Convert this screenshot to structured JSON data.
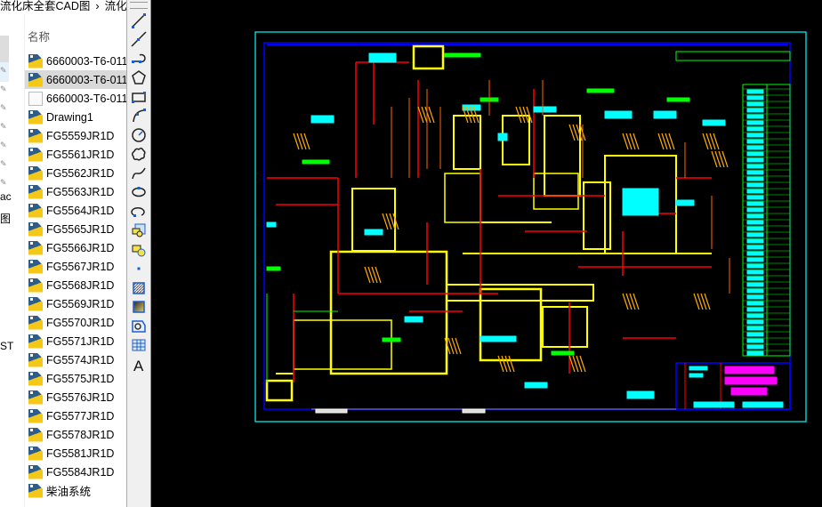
{
  "breadcrumb": [
    "流化床全套CAD图",
    "›",
    "流化"
  ],
  "nav_fragments": [
    "ac",
    "图",
    "ST"
  ],
  "list_header": "名称",
  "files": [
    {
      "name": "6660003-T6-011",
      "icon": "cad-drawing-icon"
    },
    {
      "name": "6660003-T6-011",
      "icon": "cad-drawing-icon",
      "selected": true
    },
    {
      "name": "6660003-T6-011",
      "icon": "blank-file-icon"
    },
    {
      "name": "Drawing1",
      "icon": "cad-drawing-icon"
    },
    {
      "name": "FG5559JR1D",
      "icon": "cad-drawing-icon"
    },
    {
      "name": "FG5561JR1D",
      "icon": "cad-drawing-icon"
    },
    {
      "name": "FG5562JR1D",
      "icon": "cad-drawing-icon"
    },
    {
      "name": "FG5563JR1D",
      "icon": "cad-drawing-icon"
    },
    {
      "name": "FG5564JR1D",
      "icon": "cad-drawing-icon"
    },
    {
      "name": "FG5565JR1D",
      "icon": "cad-drawing-icon"
    },
    {
      "name": "FG5566JR1D",
      "icon": "cad-drawing-icon"
    },
    {
      "name": "FG5567JR1D",
      "icon": "cad-drawing-icon"
    },
    {
      "name": "FG5568JR1D",
      "icon": "cad-drawing-icon"
    },
    {
      "name": "FG5569JR1D",
      "icon": "cad-drawing-icon"
    },
    {
      "name": "FG5570JR1D",
      "icon": "cad-drawing-icon"
    },
    {
      "name": "FG5571JR1D",
      "icon": "cad-drawing-icon"
    },
    {
      "name": "FG5574JR1D",
      "icon": "cad-drawing-icon"
    },
    {
      "name": "FG5575JR1D",
      "icon": "cad-drawing-icon"
    },
    {
      "name": "FG5576JR1D",
      "icon": "cad-drawing-icon"
    },
    {
      "name": "FG5577JR1D",
      "icon": "cad-drawing-icon"
    },
    {
      "name": "FG5578JR1D",
      "icon": "cad-drawing-icon"
    },
    {
      "name": "FG5581JR1D",
      "icon": "cad-drawing-icon"
    },
    {
      "name": "FG5584JR1D",
      "icon": "cad-drawing-icon"
    },
    {
      "name": "柴油系统",
      "icon": "cad-drawing-icon"
    }
  ],
  "tools": [
    "line",
    "construction-line",
    "polyline",
    "polygon",
    "rectangle",
    "arc",
    "circle",
    "revision-cloud",
    "spline",
    "ellipse",
    "ellipse-arc",
    "insert-block",
    "make-block",
    "point",
    "hatch",
    "gradient",
    "region",
    "table",
    "multiline-text"
  ],
  "text_tool_label": "A",
  "colors": {
    "canvas": "#000000",
    "frame": "#00ffff",
    "inner_frame": "#0000ff",
    "yellow": "#ffff00",
    "red": "#ff0000",
    "green": "#00ff00",
    "magenta": "#ff00ff"
  }
}
